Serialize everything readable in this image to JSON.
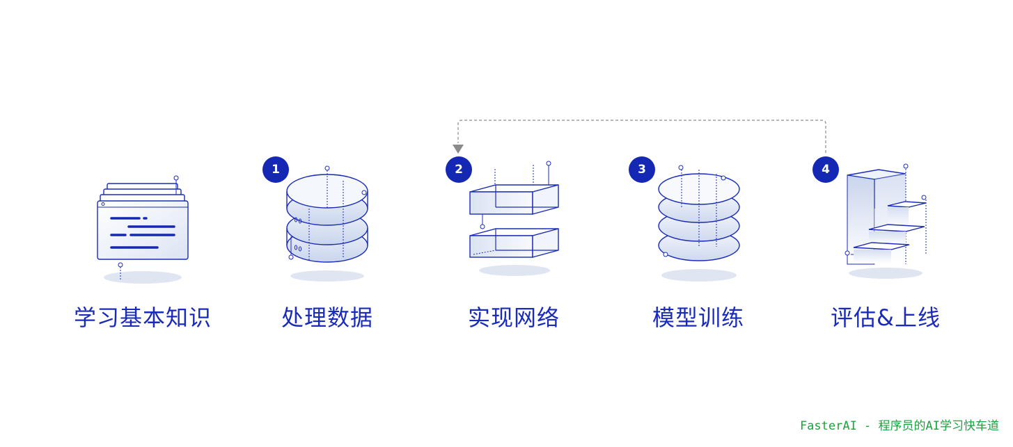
{
  "steps": [
    {
      "number": "",
      "label": "学习基本知识",
      "icon": "document-stack-icon"
    },
    {
      "number": "1",
      "label": "处理数据",
      "icon": "data-rings-icon"
    },
    {
      "number": "2",
      "label": "实现网络",
      "icon": "network-blocks-icon"
    },
    {
      "number": "3",
      "label": "模型训练",
      "icon": "layered-disks-icon"
    },
    {
      "number": "4",
      "label": "评估&上线",
      "icon": "stairs-bars-icon"
    }
  ],
  "loop": {
    "from_step": 4,
    "to_step": 2,
    "style": "dashed-arrow"
  },
  "colors": {
    "primary": "#1428b4",
    "line": "#1a2bb8",
    "fill": "#dfe6f2",
    "loop_arrow": "#8a8a8a",
    "watermark": "#1aa33b"
  },
  "watermark": "FasterAI - 程序员的AI学习快车道"
}
